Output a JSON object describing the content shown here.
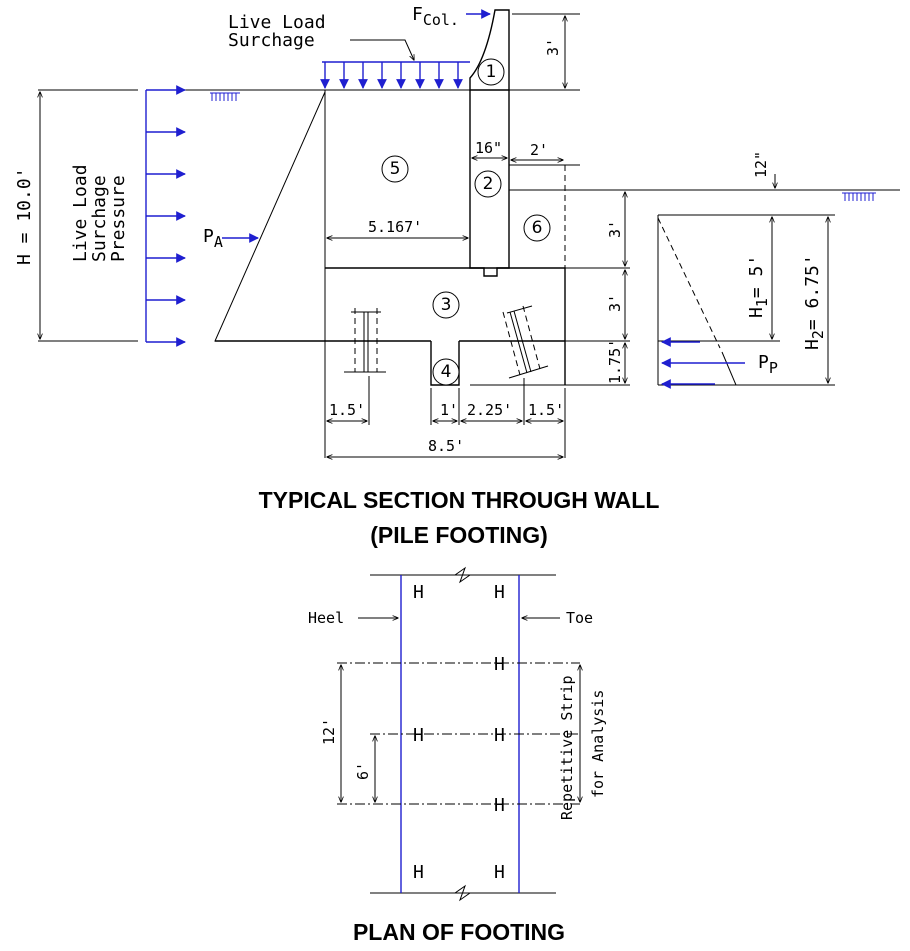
{
  "section": {
    "live_load_line1": "Live Load",
    "live_load_line2": "Surchage",
    "f_col": "F",
    "f_col_sub": "Col.",
    "dim_3ft_top": "3'",
    "height_label": "H = 10.0'",
    "pressure_line1": "Live Load",
    "pressure_line2": "Surchage",
    "pressure_line3": "Pressure",
    "pa": "P",
    "pa_sub": "A",
    "dim_16in": "16\"",
    "dim_2ft": "2'",
    "dim_12in": "12\"",
    "dim_5167": "5.167'",
    "dim_3ft_a": "3'",
    "dim_3ft_b": "3'",
    "dim_175": "1.75'",
    "dim_15_left": "1.5'",
    "dim_1ft": "1'",
    "dim_225": "2.25'",
    "dim_15_right": "1.5'",
    "dim_85": "8.5'",
    "h1": "H",
    "h1_sub": "1",
    "h1_val": "= 5'",
    "h2": "H",
    "h2_sub": "2",
    "h2_val": "= 6.75'",
    "pp": "P",
    "pp_sub": "P",
    "components": [
      "1",
      "2",
      "3",
      "4",
      "5",
      "6"
    ]
  },
  "captions": {
    "section_title_line1": "TYPICAL SECTION THROUGH WALL",
    "section_title_line2": "(PILE FOOTING)",
    "plan_title": "PLAN OF FOOTING"
  },
  "plan": {
    "heel": "Heel",
    "toe": "Toe",
    "dim_12": "12'",
    "dim_6": "6'",
    "strip_line1": "Repetitive Strip",
    "strip_line2": "for Analysis",
    "pile_mark": "H"
  },
  "colors": {
    "load_arrows": "#1f1fd0",
    "lines": "#000000"
  }
}
